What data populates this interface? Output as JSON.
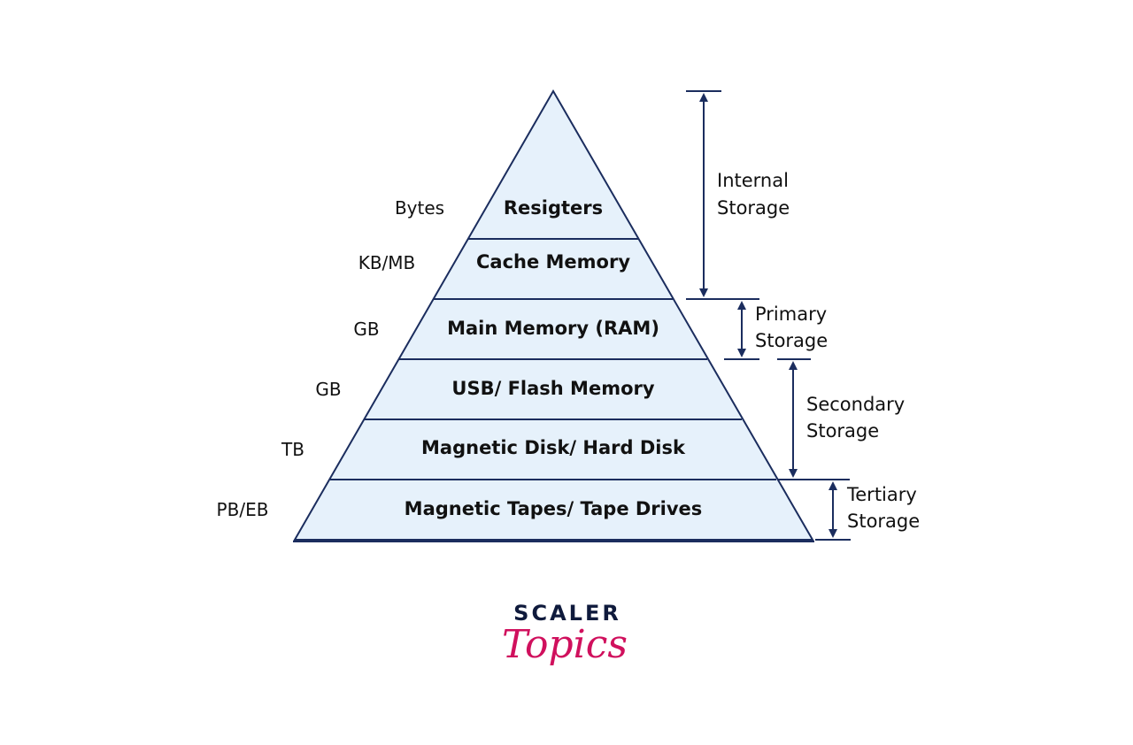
{
  "colors": {
    "fill": "#e6f1fb",
    "outline": "#1b2d5e",
    "arrow": "#1b2d5e",
    "text": "#111111",
    "logo_dark": "#0f1a3c",
    "logo_accent": "#d0105d"
  },
  "levels": [
    {
      "name": "Resigters",
      "size": "Bytes"
    },
    {
      "name": "Cache Memory",
      "size": "KB/MB"
    },
    {
      "name": "Main Memory (RAM)",
      "size": "GB"
    },
    {
      "name": "USB/ Flash Memory",
      "size": "GB"
    },
    {
      "name": "Magnetic Disk/ Hard Disk",
      "size": "TB"
    },
    {
      "name": "Magnetic Tapes/ Tape Drives",
      "size": "PB/EB"
    }
  ],
  "categories": {
    "internal": {
      "line1": "Internal",
      "line2": "Storage"
    },
    "primary": {
      "line1": "Primary",
      "line2": "Storage"
    },
    "secondary": {
      "line1": "Secondary",
      "line2": "Storage"
    },
    "tertiary": {
      "line1": "Tertiary",
      "line2": "Storage"
    }
  },
  "logo": {
    "top": "SCALER",
    "bottom": "Topics"
  }
}
